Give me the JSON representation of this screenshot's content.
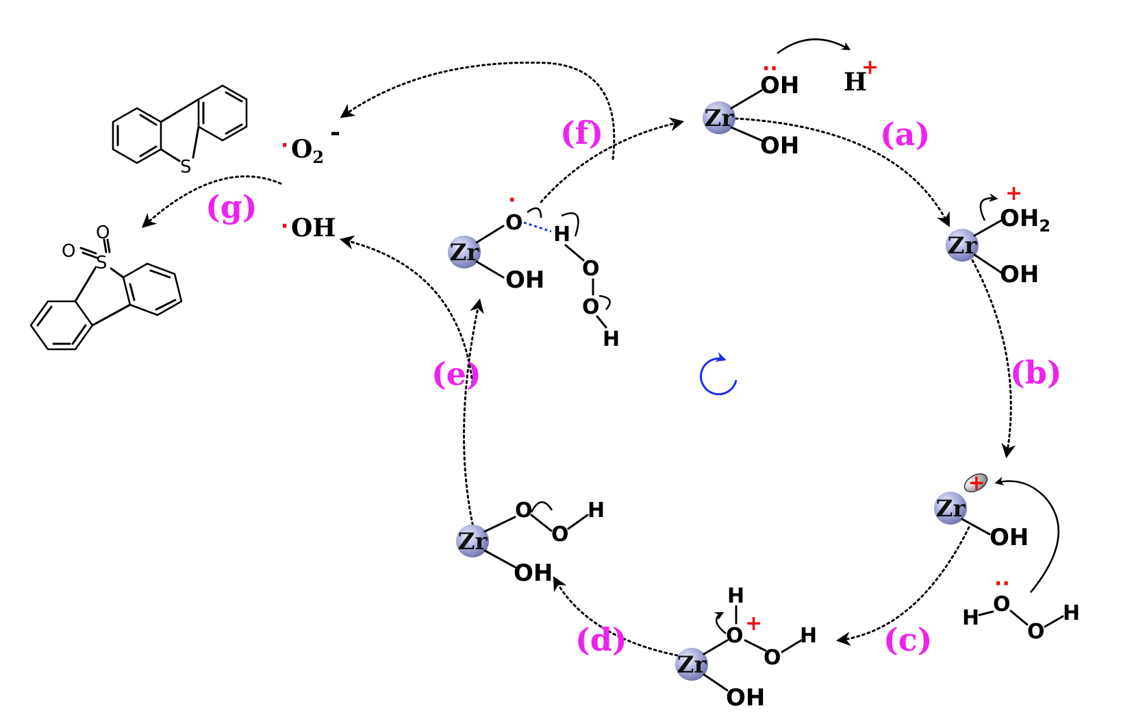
{
  "steps": [
    "(a)",
    "(b)",
    "(c)",
    "(d)",
    "(e)",
    "(f)",
    "(g)"
  ],
  "metal": "Zr",
  "groups": {
    "oh": "OH",
    "oh2": "OH",
    "oh2_sub": "2",
    "h": "H",
    "o": "O",
    "plus": "+",
    "minus": "-",
    "radical_dot": "·",
    "lone_pair": "··"
  },
  "species": {
    "proton": "H",
    "superoxide": "O",
    "superoxide_sub": "2",
    "hydroxyl": "OH"
  },
  "molecules": {
    "dbt_heteroatom": "S",
    "dbto2_heteroatom": "S",
    "dbto2_oxygen": "O"
  },
  "colors": {
    "step_label": "#ee22ee",
    "charge": "#e81010",
    "hydrogen_bond": "#1a2fe8",
    "cycle_arrow": "#1a2fe8",
    "zr_sphere": "#8a90c8"
  }
}
